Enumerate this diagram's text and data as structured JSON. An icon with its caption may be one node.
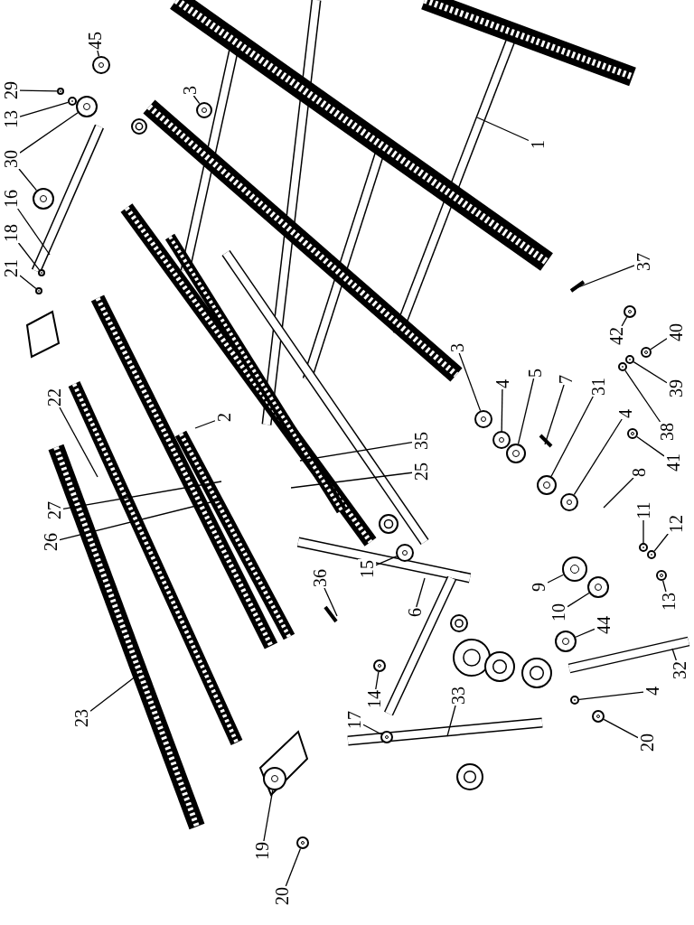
{
  "diagram": {
    "nodes": [
      {
        "text": [
          "45"
        ]
      },
      {
        "text": [
          "29"
        ]
      },
      {
        "text": [
          "13"
        ]
      },
      {
        "text": [
          "30"
        ]
      },
      {
        "text": [
          "16"
        ]
      },
      {
        "text": [
          "18"
        ]
      },
      {
        "text": [
          "21"
        ]
      },
      {
        "text": [
          "3"
        ]
      },
      {
        "text": [
          "1"
        ]
      },
      {
        "text": [
          "37"
        ]
      },
      {
        "text": [
          "42"
        ]
      },
      {
        "text": [
          "40"
        ]
      },
      {
        "text": [
          "39"
        ]
      },
      {
        "text": [
          "38"
        ]
      },
      {
        "text": [
          "41"
        ]
      },
      {
        "text": [
          "3"
        ]
      },
      {
        "text": [
          "4"
        ]
      },
      {
        "text": [
          "5"
        ]
      },
      {
        "text": [
          "7"
        ]
      },
      {
        "text": [
          "31"
        ]
      },
      {
        "text": [
          "4"
        ]
      },
      {
        "text": [
          "8"
        ]
      },
      {
        "text": [
          "11"
        ]
      },
      {
        "text": [
          "12"
        ]
      },
      {
        "text": [
          "13"
        ]
      },
      {
        "text": [
          "9"
        ]
      },
      {
        "text": [
          "10"
        ]
      },
      {
        "text": [
          "44"
        ]
      },
      {
        "text": [
          "32"
        ]
      },
      {
        "text": [
          "4"
        ]
      },
      {
        "text": [
          "20"
        ]
      },
      {
        "text": [
          "22"
        ]
      },
      {
        "text": [
          "2"
        ]
      },
      {
        "text": [
          "27"
        ]
      },
      {
        "text": [
          "26"
        ]
      },
      {
        "text": [
          "35"
        ]
      },
      {
        "text": [
          "25"
        ]
      },
      {
        "text": [
          "15"
        ]
      },
      {
        "text": [
          "36"
        ]
      },
      {
        "text": [
          "6"
        ]
      },
      {
        "text": [
          "14"
        ]
      },
      {
        "text": [
          "17"
        ]
      },
      {
        "text": [
          "33"
        ]
      },
      {
        "text": [
          "23"
        ]
      },
      {
        "text": [
          "19"
        ]
      },
      {
        "text": [
          "20"
        ]
      },
      {
        "text": [],
        "shape": "circle"
      },
      {
        "text": [],
        "shape": "circle"
      },
      {
        "text": [],
        "shape": "circle"
      },
      {
        "text": [],
        "shape": "circle"
      },
      {
        "text": [],
        "shape": "circle"
      },
      {
        "text": [],
        "shape": "circle"
      },
      {
        "text": [],
        "shape": "circle"
      },
      {
        "text": [],
        "shape": "circle"
      },
      {
        "text": [],
        "shape": "circle"
      },
      {
        "text": [],
        "shape": "circle"
      },
      {
        "text": [],
        "shape": "circle"
      },
      {
        "text": [],
        "shape": "circle"
      },
      {
        "text": [],
        "shape": "circle"
      },
      {
        "text": [],
        "shape": "circle"
      },
      {
        "text": [],
        "shape": "circle"
      },
      {
        "text": [],
        "shape": "circle"
      },
      {
        "text": [],
        "shape": "circle"
      },
      {
        "text": [],
        "shape": "circle"
      },
      {
        "text": [],
        "shape": "circle"
      },
      {
        "text": [],
        "shape": "circle"
      },
      {
        "text": [],
        "shape": "circle"
      },
      {
        "text": [],
        "shape": "circle"
      },
      {
        "text": [],
        "shape": "circle"
      },
      {
        "text": [],
        "shape": "circle"
      },
      {
        "text": [],
        "shape": "circle"
      },
      {
        "text": [],
        "shape": "circle"
      },
      {
        "text": [],
        "shape": "circle"
      },
      {
        "text": [],
        "shape": "circle"
      },
      {
        "text": [],
        "shape": "circle"
      },
      {
        "text": [],
        "shape": "circle"
      },
      {
        "text": [],
        "shape": "circle"
      }
    ],
    "edges": [
      {
        "from": 0,
        "to": 46,
        "arrow": "none"
      },
      {
        "from": 1,
        "to": 47,
        "arrow": "none"
      },
      {
        "from": 2,
        "to": 48,
        "arrow": "none"
      },
      {
        "from": 3,
        "to": 49,
        "arrow": "none"
      },
      {
        "from": 3,
        "to": 50,
        "arrow": "none"
      },
      {
        "from": 4,
        "to": null,
        "arrow": "none"
      },
      {
        "from": 5,
        "to": 51,
        "arrow": "none"
      },
      {
        "from": 6,
        "to": 52,
        "arrow": "none"
      },
      {
        "from": 7,
        "to": 53,
        "arrow": "none"
      },
      {
        "from": 8,
        "to": null,
        "arrow": "none"
      },
      {
        "from": 9,
        "to": null,
        "arrow": "none"
      },
      {
        "from": 10,
        "to": 54,
        "arrow": "none"
      },
      {
        "from": 11,
        "to": 55,
        "arrow": "none"
      },
      {
        "from": 12,
        "to": 56,
        "arrow": "none"
      },
      {
        "from": 13,
        "to": 57,
        "arrow": "none"
      },
      {
        "from": 14,
        "to": 58,
        "arrow": "none"
      },
      {
        "from": 15,
        "to": 59,
        "arrow": "none"
      },
      {
        "from": 16,
        "to": 60,
        "arrow": "none"
      },
      {
        "from": 17,
        "to": 61,
        "arrow": "none"
      },
      {
        "from": 18,
        "to": null,
        "arrow": "none"
      },
      {
        "from": 19,
        "to": 62,
        "arrow": "none"
      },
      {
        "from": 20,
        "to": 63,
        "arrow": "none"
      },
      {
        "from": 21,
        "to": null,
        "arrow": "none"
      },
      {
        "from": 22,
        "to": 64,
        "arrow": "none"
      },
      {
        "from": 23,
        "to": 65,
        "arrow": "none"
      },
      {
        "from": 24,
        "to": 66,
        "arrow": "none"
      },
      {
        "from": 25,
        "to": 67,
        "arrow": "none"
      },
      {
        "from": 26,
        "to": 68,
        "arrow": "none"
      },
      {
        "from": 27,
        "to": 69,
        "arrow": "none"
      },
      {
        "from": 28,
        "to": null,
        "arrow": "none"
      },
      {
        "from": 29,
        "to": 70,
        "arrow": "none"
      },
      {
        "from": 30,
        "to": 71,
        "arrow": "none"
      },
      {
        "from": 31,
        "to": null,
        "arrow": "none"
      },
      {
        "from": 32,
        "to": null,
        "arrow": "none"
      },
      {
        "from": 33,
        "to": null,
        "arrow": "none"
      },
      {
        "from": 34,
        "to": null,
        "arrow": "none"
      },
      {
        "from": 35,
        "to": null,
        "arrow": "none"
      },
      {
        "from": 36,
        "to": null,
        "arrow": "none"
      },
      {
        "from": 37,
        "to": 72,
        "arrow": "none"
      },
      {
        "from": 38,
        "to": null,
        "arrow": "none"
      },
      {
        "from": 39,
        "to": null,
        "arrow": "none"
      },
      {
        "from": 40,
        "to": 73,
        "arrow": "none"
      },
      {
        "from": 41,
        "to": 74,
        "arrow": "none"
      },
      {
        "from": 42,
        "to": null,
        "arrow": "none"
      },
      {
        "from": 43,
        "to": null,
        "arrow": "none"
      },
      {
        "from": 44,
        "to": 75,
        "arrow": "none"
      },
      {
        "from": 45,
        "to": 76,
        "arrow": "none"
      }
    ]
  }
}
